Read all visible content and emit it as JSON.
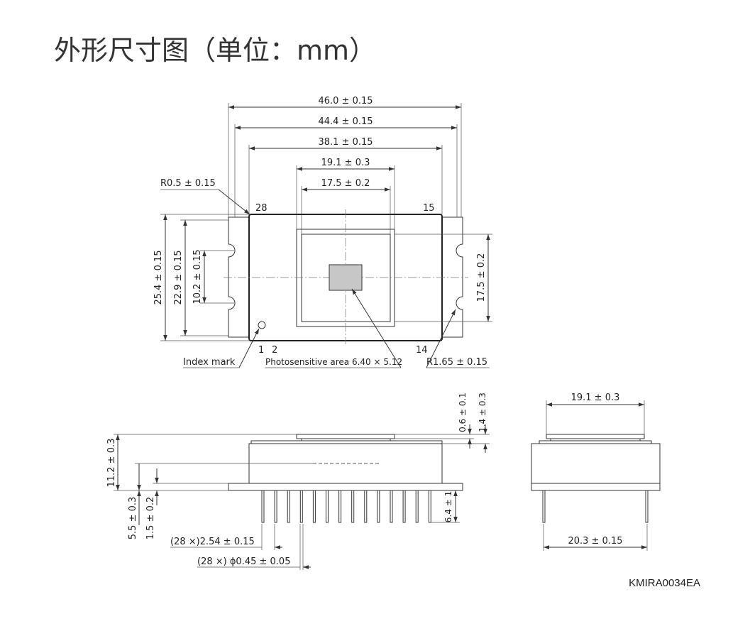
{
  "title": "外形尺寸图（单位：mm）",
  "drawing_code": "KMIRA0034EA",
  "top_view": {
    "dim_width_total": "46.0 ± 0.15",
    "dim_width_pins": "44.4 ± 0.15",
    "dim_width_body": "38.1 ± 0.15",
    "dim_window_outer": "19.1 ± 0.3",
    "dim_window_inner": "17.5 ± 0.2",
    "dim_corner_radius": "R0.5 ± 0.15",
    "dim_height_total": "25.4 ± 0.15",
    "dim_height_body": "22.9 ± 0.15",
    "dim_notch_spacing": "10.2 ± 0.15",
    "dim_window_height": "17.5 ± 0.2",
    "dim_notch_radius": "R1.65 ± 0.15",
    "pin_28": "28",
    "pin_15": "15",
    "pin_1": "1",
    "pin_2": "2",
    "pin_14": "14",
    "index_mark": "Index mark",
    "photosensitive_area": "Photosensitive area 6.40 × 5.12"
  },
  "side_view": {
    "dim_window_thickness": "0.6 ± 0.1",
    "dim_window_offset": "1.4 ± 0.3",
    "dim_total_height": "11.2 ± 0.3",
    "dim_sensor_height": "5.5 ± 0.3",
    "dim_base_thickness": "1.5 ± 0.2",
    "dim_pin_length": "6.4 ± 1",
    "dim_pin_pitch": "(28 ×)2.54 ± 0.15",
    "dim_pin_diameter": "(28 ×) ϕ0.45 ± 0.05"
  },
  "end_view": {
    "dim_window_width": "19.1 ± 0.3",
    "dim_row_spacing": "20.3 ± 0.15"
  }
}
